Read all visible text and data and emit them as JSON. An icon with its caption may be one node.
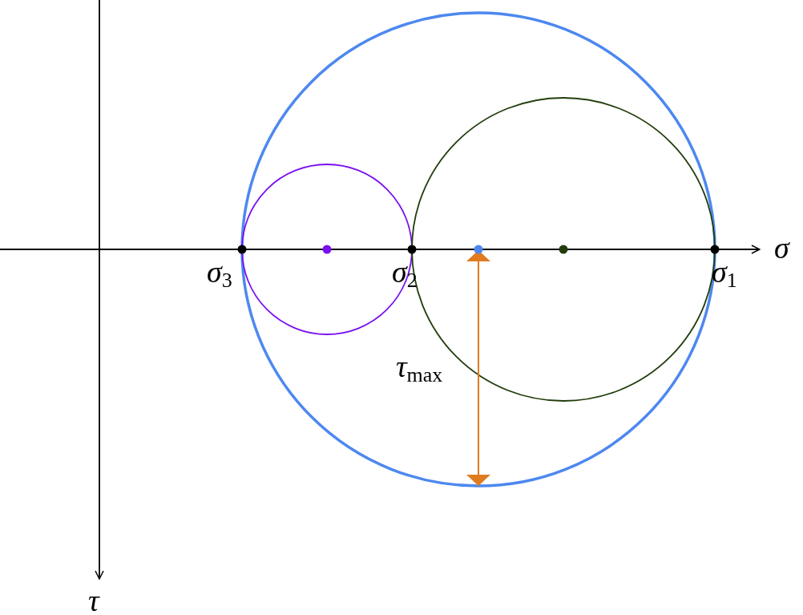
{
  "diagram": {
    "labels": [
      "σ",
      "σ$_{3}$",
      "σ$_{2}$",
      "σ$_{1}$",
      "τ$_{max}$",
      "τ"
    ]
  }
}
